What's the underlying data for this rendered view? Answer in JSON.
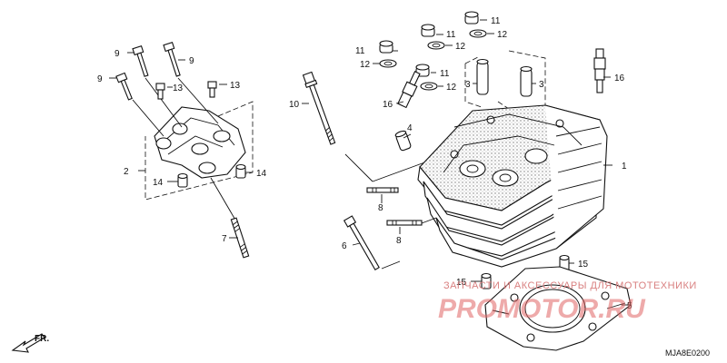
{
  "diagram": {
    "code": "MJA8E0200",
    "orientation": "FR.",
    "watermark": {
      "subtitle": "ЗАПЧАСТИ И АКСЕССУАРЫ ДЛЯ МОТОТЕХНИКИ",
      "brand": "PROMOTOR.RU"
    },
    "callouts": {
      "c1": "1",
      "c2": "2",
      "c3a": "3",
      "c3b": "3",
      "c4": "4",
      "c5": "5",
      "c6": "6",
      "c7": "7",
      "c8a": "8",
      "c8b": "8",
      "c9a": "9",
      "c9b": "9",
      "c9c": "9",
      "c10": "10",
      "c11a": "11",
      "c11b": "11",
      "c11c": "11",
      "c11d": "11",
      "c12a": "12",
      "c12b": "12",
      "c12c": "12",
      "c12d": "12",
      "c13a": "13",
      "c13b": "13",
      "c14a": "14",
      "c14b": "14",
      "c15a": "15",
      "c15b": "15",
      "c16a": "16",
      "c16b": "16"
    }
  }
}
